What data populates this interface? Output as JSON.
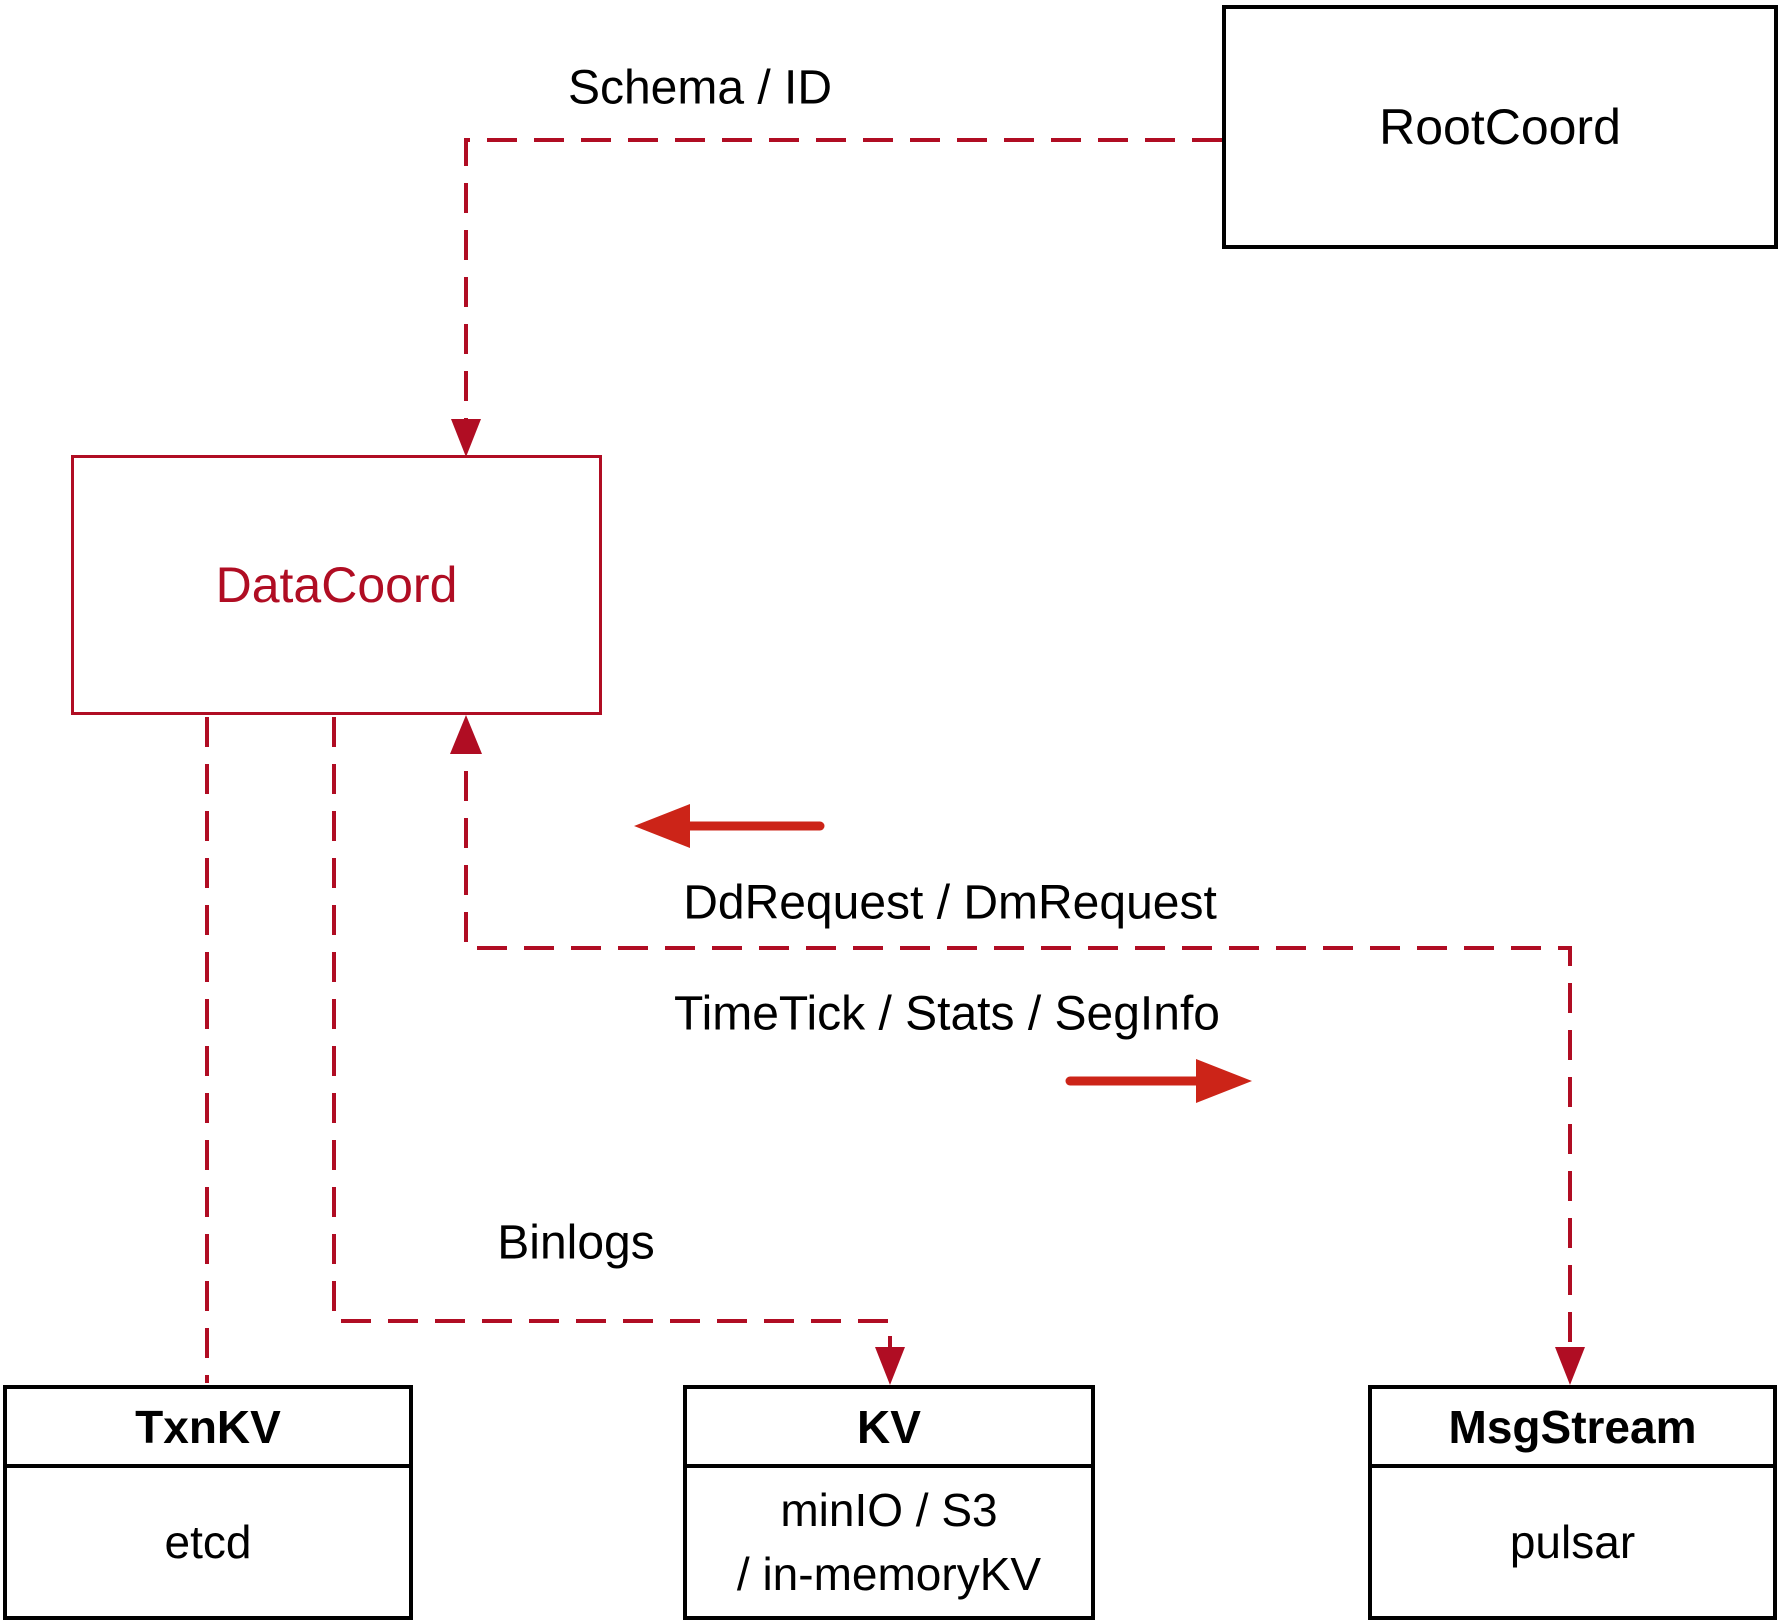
{
  "colors": {
    "line_red": "#b00d23",
    "arrow_red": "#cc2418",
    "ink": "#000000",
    "paper": "#ffffff"
  },
  "nodes": {
    "rootcoord": {
      "label": "RootCoord"
    },
    "datacoord": {
      "label": "DataCoord"
    },
    "txnkv": {
      "title": "TxnKV",
      "body": "etcd"
    },
    "kv": {
      "title": "KV",
      "body_line1": "minIO / S3",
      "body_line2": "/ in-memoryKV"
    },
    "msgstream": {
      "title": "MsgStream",
      "body": "pulsar"
    }
  },
  "edge_labels": {
    "schema_id": "Schema / ID",
    "dd_dm_request": "DdRequest / DmRequest",
    "timetick_stats_seginfo": "TimeTick / Stats / SegInfo",
    "binlogs": "Binlogs"
  }
}
